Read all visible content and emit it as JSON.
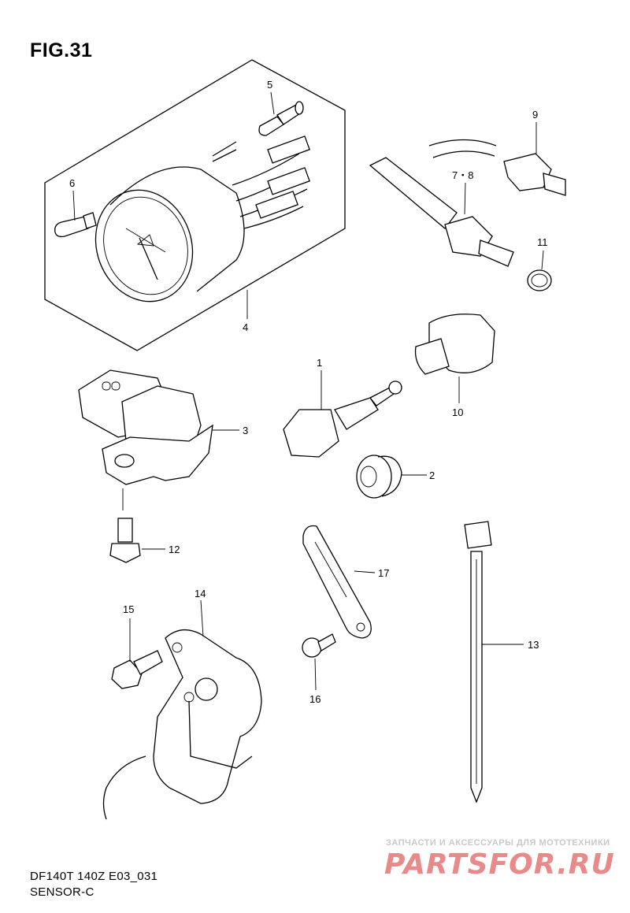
{
  "header": {
    "title": "FIG.31"
  },
  "footer": {
    "model": "DF140T 140Z E03_031",
    "section": "SENSOR-C"
  },
  "watermark": {
    "tagline": "ЗАПЧАСТИ И АКСЕССУАРЫ ДЛЯ МОТОТЕХНИКИ",
    "logo": "PARTSFOR.RU"
  },
  "callouts": {
    "c1": "1",
    "c2": "2",
    "c3": "3",
    "c4": "4",
    "c5": "5",
    "c6": "6",
    "c78": "7・8",
    "c9": "9",
    "c10": "10",
    "c11": "11",
    "c12": "12",
    "c13": "13",
    "c14": "14",
    "c15": "15",
    "c16": "16",
    "c17": "17"
  }
}
